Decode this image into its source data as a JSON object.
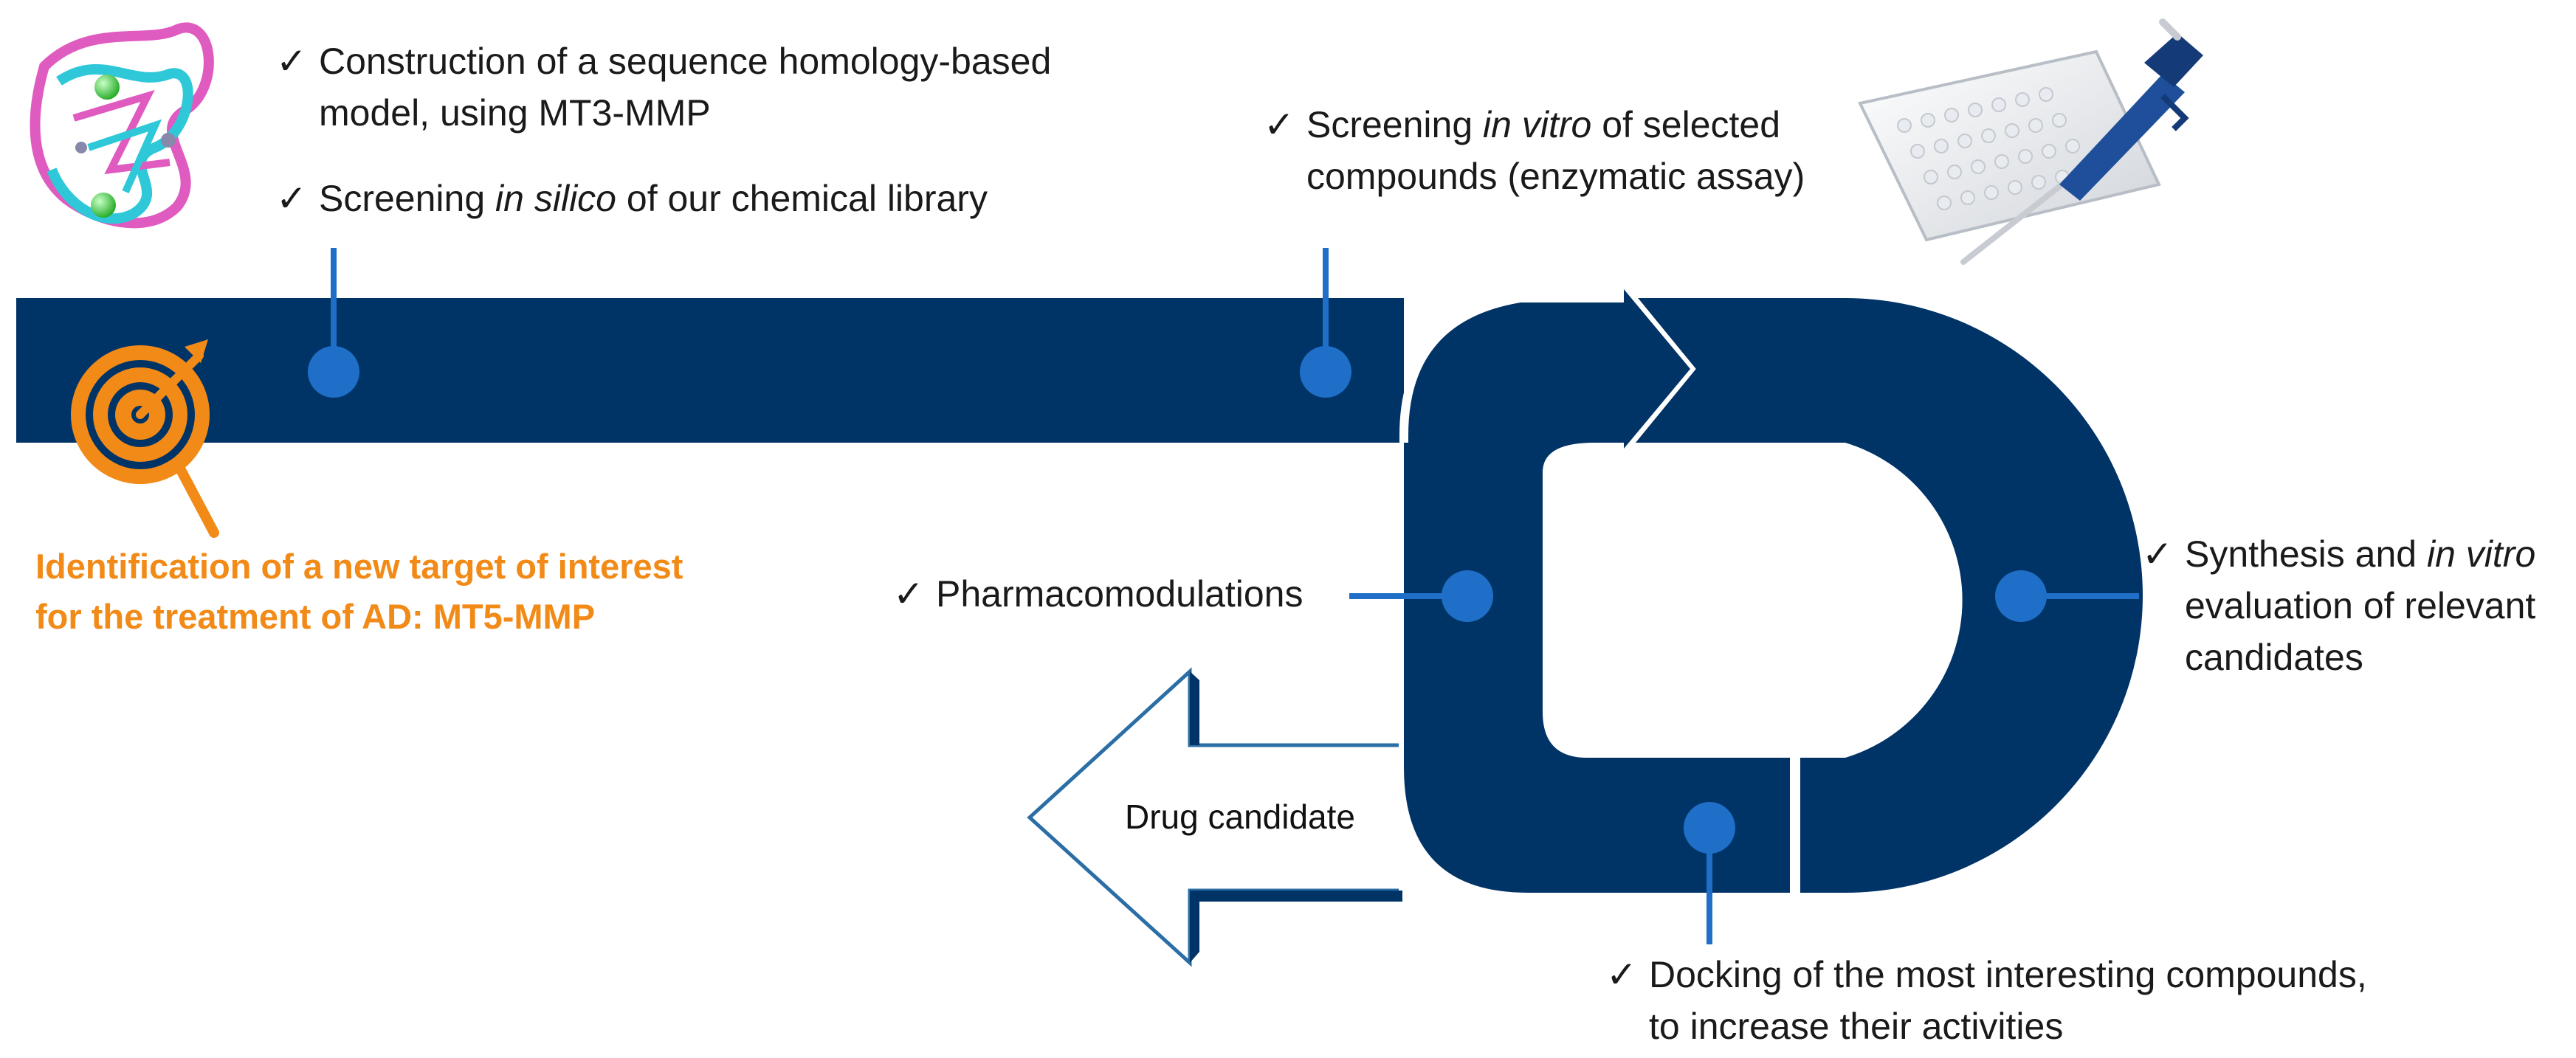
{
  "steps": {
    "step1": {
      "check": "✓",
      "line1": "Construction of a sequence homology-based",
      "line2": "model, using MT3-MMP"
    },
    "step2": {
      "check": "✓",
      "prefix": "Screening ",
      "italic": "in silico",
      "suffix": " of our chemical library"
    },
    "step3": {
      "check": "✓",
      "prefix": "Screening ",
      "italic": "in vitro",
      "suffix": " of selected",
      "line2": "compounds (enzymatic assay)"
    },
    "pharmaco": {
      "check": "✓",
      "text": "Pharmacomodulations"
    },
    "synthesis": {
      "check": "✓",
      "prefix": "Synthesis and ",
      "italic": "in vitro",
      "line2": "evaluation of relevant",
      "line3": "candidates"
    },
    "docking": {
      "check": "✓",
      "line1": "Docking of the most interesting compounds,",
      "line2": "to increase their activities"
    }
  },
  "target": {
    "line1": "Identification of a new target of interest",
    "line2": "for the treatment of AD: MT5-MMP"
  },
  "drug_candidate": "Drug candidate",
  "colors": {
    "navy": "#003366",
    "dot": "#1f6fc8",
    "orange": "#f28a17",
    "arrow_outline": "#2b6ea6",
    "protein_pink": "#e05bc0",
    "protein_cyan": "#2fc8d8",
    "protein_green": "#33cc33"
  },
  "icons": [
    "protein-structure-icon",
    "target-icon",
    "microplate-pipette-icon"
  ]
}
